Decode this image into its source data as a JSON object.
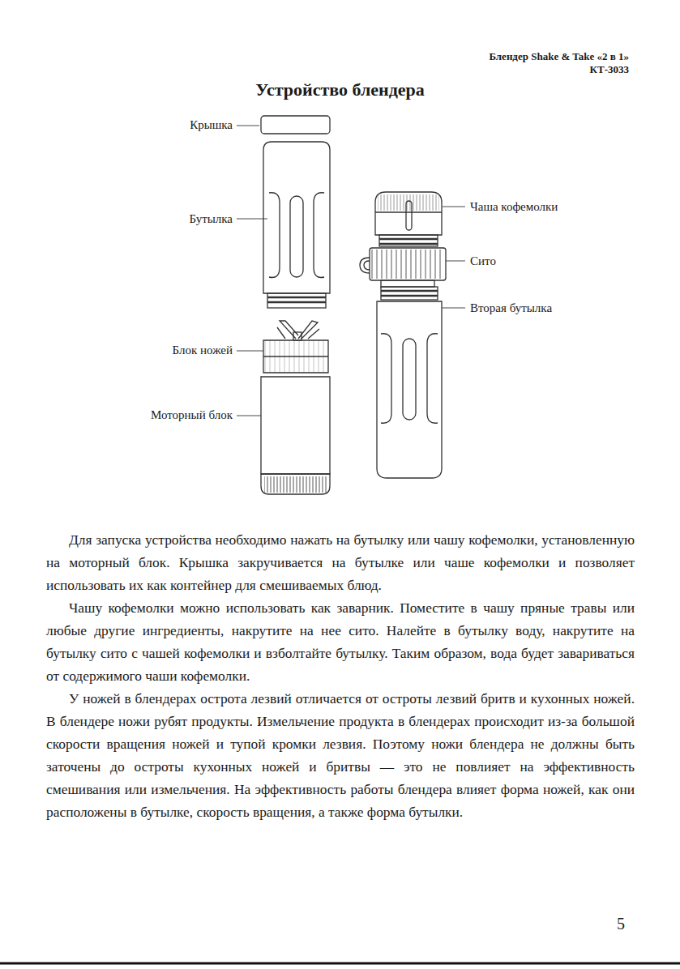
{
  "diagram": {
    "title": "Устройство блендера",
    "labels": [
      "Блендер Shake & Take «2 в 1»",
      "КТ-3033",
      "Крышка",
      "Бутылка",
      "Блок ножей",
      "Моторный блок",
      "Чаша кофемолки",
      "Сито",
      "Вторая бутылка",
      "Для запуска устройства необходимо нажать на бутылку или чашу кофемолки, установленную на моторный блок. Крышка закручивается на бутылке или чаше кофемолки и позволяет использовать их как контейнер для смешиваемых блюд.",
      "Чашу кофемолки можно использовать как заварник. Поместите в чашу пряные травы или любые другие ингредиенты, накрутите на нее сито. Налейте в бутылку воду, накрутите на бутылку сито с чашей кофемолки и взболтайте бутылку. Таким образом, вода будет завариваться от содержимого чаши кофемолки.",
      "У ножей в блендерах острота лезвий отличается от остроты лезвий бритв и кухонных ножей. В блендере ножи рубят продукты. Измельчение продукта в блендерах происходит из-за большой скорости вращения ножей и тупой кромки лезвия. Поэтому ножи блендера не должны быть заточены до остроты кухонных ножей и бритвы — это не повлияет на эффективность смешивания или измельчения. На эффективность работы блендера влияет форма ножей, как они расположены в бутылке, скорость вращения, а также форма бутылки.",
      "5"
    ]
  }
}
